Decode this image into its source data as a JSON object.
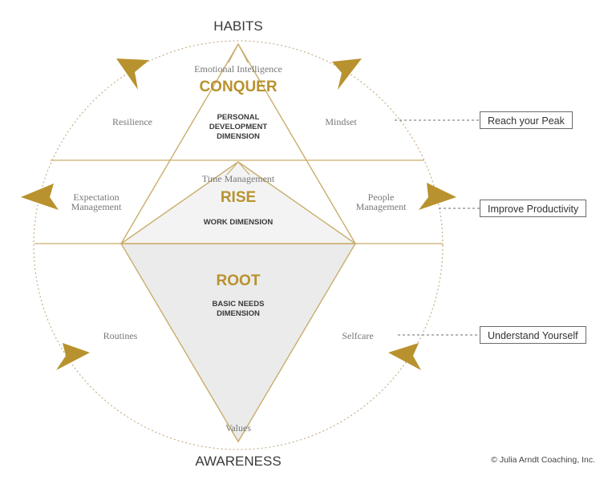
{
  "header": {
    "top": "HABITS",
    "bottom": "AWARENESS"
  },
  "levels": {
    "conquer": {
      "skill": "Emotional Intelligence",
      "title": "CONQUER",
      "dimension": [
        "PERSONAL",
        "DEVELOPMENT",
        "DIMENSION"
      ]
    },
    "rise": {
      "skill": "Time Management",
      "title": "RISE",
      "dimension": [
        "WORK DIMENSION"
      ]
    },
    "root": {
      "skill": "Values",
      "title": "ROOT",
      "dimension": [
        "BASIC NEEDS",
        "DIMENSION"
      ]
    }
  },
  "ring_labels": {
    "resilience": [
      "Resilience"
    ],
    "mindset": [
      "Mindset"
    ],
    "expectation": [
      "Expectation",
      "Management"
    ],
    "people": [
      "People",
      "Management"
    ],
    "routines": [
      "Routines"
    ],
    "selfcare": [
      "Selfcare"
    ]
  },
  "callouts": {
    "peak": "Reach your Peak",
    "productivity": "Improve Productivity",
    "understand": "Understand Yourself"
  },
  "copyright": "© Julia Arndt Coaching, Inc.",
  "colors": {
    "gold": "#b8922e",
    "line": "#c9ad6b",
    "ring": "#c6b08a",
    "fill_light": "#f3f3f3",
    "fill_root": "#ebebeb",
    "text_dark": "#3a3a3a",
    "text_muted": "#777777"
  }
}
